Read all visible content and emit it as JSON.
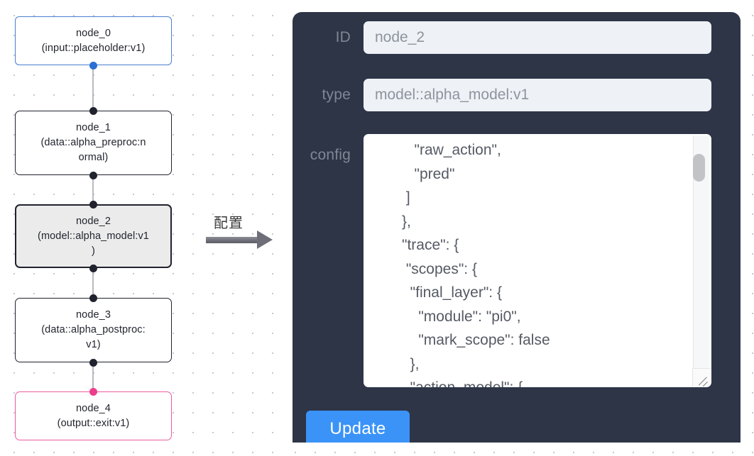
{
  "graph": {
    "canvas_name": "node-graph-canvas",
    "nodes": [
      {
        "id": "node_0",
        "label": "node_0\n(input::placeholder:v1)",
        "accent": "#4a7fd0",
        "selected": false
      },
      {
        "id": "node_1",
        "label": "node_1\n(data::alpha_preproc:n\normal)",
        "accent": "#20222e",
        "selected": false
      },
      {
        "id": "node_2",
        "label": "node_2\n(model::alpha_model:v1\n)",
        "accent": "#20222e",
        "selected": true
      },
      {
        "id": "node_3",
        "label": "node_3\n(data::alpha_postproc:\nv1)",
        "accent": "#20222e",
        "selected": false
      },
      {
        "id": "node_4",
        "label": "node_4\n(output::exit:v1)",
        "accent": "#ec5ba0",
        "selected": false
      }
    ],
    "node_fill_selected": "#ebebeb",
    "edge_color": "#b9b9c0"
  },
  "annotation": {
    "label": "配置",
    "arrow_color": "#6e6e78"
  },
  "panel": {
    "background": "#2d3547",
    "fields": [
      {
        "key": "id",
        "label": "ID",
        "value": "node_2",
        "placeholder": "node_2"
      },
      {
        "key": "type",
        "label": "type",
        "value": "model::alpha_model:v1",
        "placeholder": "model::alpha_model:v1"
      },
      {
        "key": "config",
        "label": "config"
      }
    ],
    "config_value": "   \"raw_action\",\n   \"pred\"\n ]\n},\n\"trace\": {\n \"scopes\": {\n  \"final_layer\": {\n    \"module\": \"pi0\",\n    \"mark_scope\": false\n  },\n  \"action_model\": {",
    "scrollbar": {
      "name": "config-scrollbar",
      "thumb_color": "#c2c3c6"
    },
    "update_button": {
      "label": "Update",
      "color": "#3b93f7"
    }
  }
}
